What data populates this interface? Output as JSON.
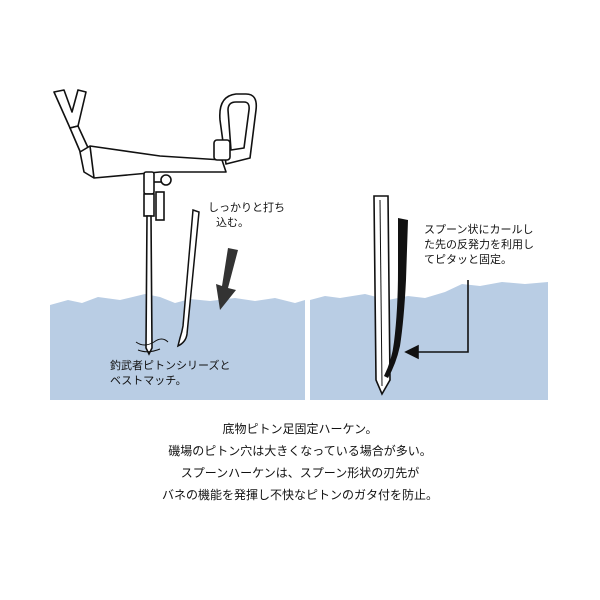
{
  "colors": {
    "water": "#b9cde4",
    "ink": "#111111",
    "stake_fill": "#ffffff",
    "spoon_blade": "#111111"
  },
  "icons": {
    "rod_holder": "rod-holder-illustration",
    "arrow_down": "arrow-down-icon",
    "arrow_left": "arrow-left-icon"
  },
  "labels": {
    "hammer_line1": "しっかりと打ち",
    "hammer_line2": "込む。",
    "pton_line1": "釣武者ピトンシリーズと",
    "pton_line2": "ベストマッチ。",
    "spoon_line1": "スプーン状にカールし",
    "spoon_line2": "た先の反発力を利用し",
    "spoon_line3": "てピタッと固定。"
  },
  "caption": [
    "底物ピトン足固定ハーケン。",
    "磯場のピトン穴は大きくなっている場合が多い。",
    "スプーンハーケンは、スプーン形状の刃先が",
    "バネの機能を発揮し不快なピトンのガタ付を防止。"
  ]
}
